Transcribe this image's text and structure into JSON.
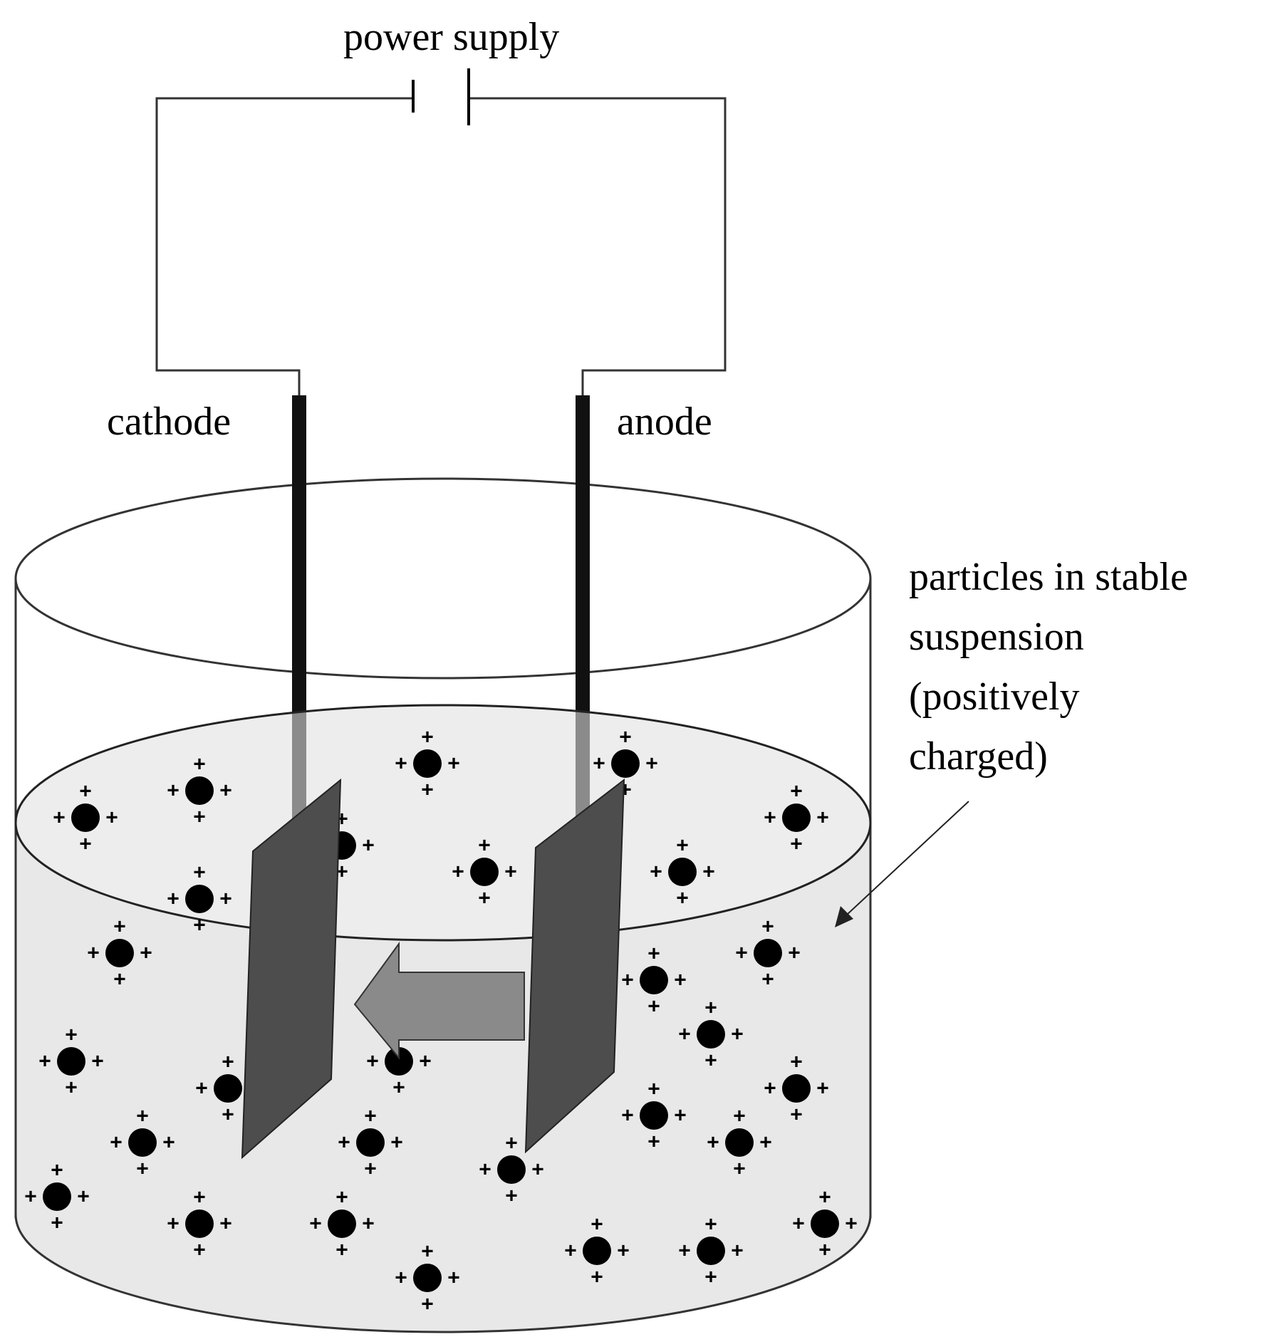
{
  "labels": {
    "power_supply": "power supply",
    "cathode": "cathode",
    "anode": "anode",
    "annotation_line1": "particles in stable",
    "annotation_line2": "suspension",
    "annotation_line3": "(positively",
    "annotation_line4": "charged)"
  },
  "particle_charge_symbol": "+",
  "colors": {
    "liquid": "#e8e8e8",
    "electrode": "#4d4d4d",
    "arrow": "#8a8a8a",
    "particle": "#000000"
  }
}
